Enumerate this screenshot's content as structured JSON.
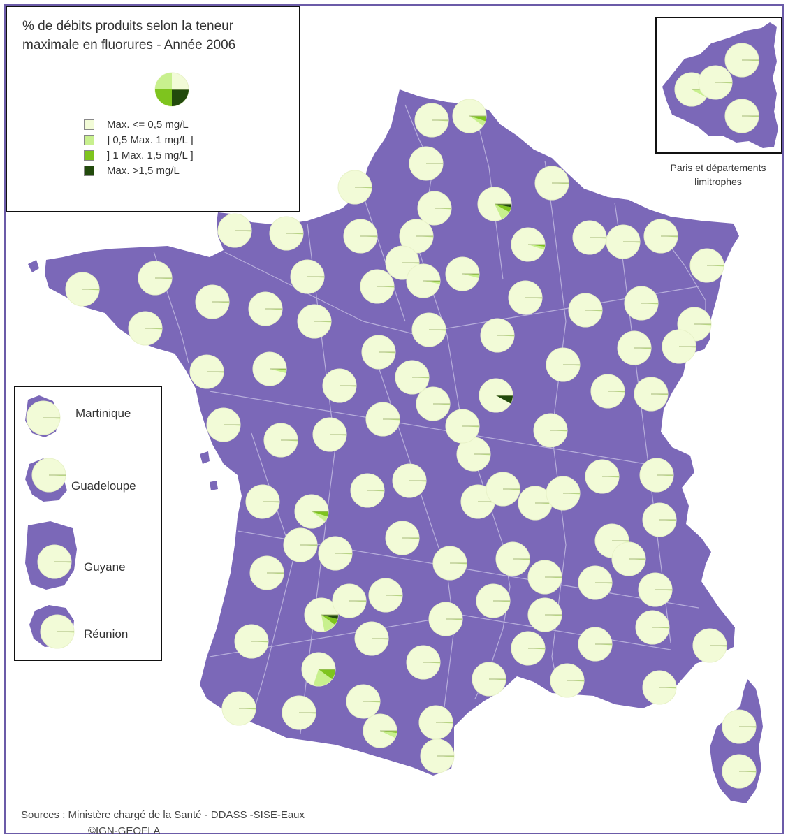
{
  "legend": {
    "title_line1": "% de débits produits selon la teneur",
    "title_line2": "maximale en fluorures - Année 2006",
    "items": [
      {
        "label": "Max. <= 0,5 mg/L",
        "color": "#f2fbd7"
      },
      {
        "label": "] 0,5  Max. 1 mg/L ]",
        "color": "#c8f08e"
      },
      {
        "label": "] 1  Max. 1,5 mg/L ]",
        "color": "#7ec41e"
      },
      {
        "label": "Max. >1,5 mg/L",
        "color": "#224a0c"
      }
    ]
  },
  "insets": {
    "paris_line1": "Paris et départements",
    "paris_line2": "limitrophes",
    "dom": [
      {
        "label": "Martinique"
      },
      {
        "label": "Guadeloupe"
      },
      {
        "label": "Guyane"
      },
      {
        "label": "Réunion"
      }
    ]
  },
  "colors": {
    "territory": "#7b68b8",
    "border": "#b7aedb",
    "pie_base": "#f2fbd7"
  },
  "departments": [
    {
      "shares": [
        0.99,
        0.01,
        0,
        0
      ]
    },
    {
      "shares": [
        0.9,
        0.05,
        0.05,
        0
      ]
    },
    {
      "shares": [
        1,
        0,
        0,
        0
      ]
    },
    {
      "shares": [
        0.99,
        0.01,
        0,
        0
      ]
    },
    {
      "shares": [
        0.82,
        0.1,
        0.05,
        0.03
      ]
    },
    {
      "shares": [
        0.99,
        0.01,
        0,
        0
      ]
    },
    {
      "shares": [
        0.99,
        0.01,
        0,
        0
      ]
    },
    {
      "shares": [
        0.99,
        0.01,
        0,
        0
      ]
    },
    {
      "shares": [
        0.99,
        0.01,
        0,
        0
      ]
    },
    {
      "shares": [
        0.99,
        0.01,
        0,
        0
      ]
    },
    {
      "shares": [
        0.99,
        0.01,
        0,
        0
      ]
    },
    {
      "shares": [
        0.95,
        0.03,
        0.02,
        0
      ]
    },
    {
      "shares": [
        0.99,
        0.01,
        0,
        0
      ]
    },
    {
      "shares": [
        0.99,
        0.01,
        0,
        0
      ]
    },
    {
      "shares": [
        0.99,
        0.01,
        0,
        0
      ]
    },
    {
      "shares": [
        0.99,
        0.01,
        0,
        0
      ]
    },
    {
      "shares": [
        0.99,
        0.01,
        0,
        0
      ]
    },
    {
      "shares": [
        0.97,
        0.02,
        0.01,
        0
      ]
    },
    {
      "shares": [
        0.96,
        0.03,
        0.01,
        0
      ]
    },
    {
      "shares": [
        0.99,
        0.01,
        0,
        0
      ]
    },
    {
      "shares": [
        0.99,
        0.01,
        0,
        0
      ]
    },
    {
      "shares": [
        0.99,
        0.01,
        0,
        0
      ]
    },
    {
      "shares": [
        0.99,
        0.01,
        0,
        0
      ]
    },
    {
      "shares": [
        0.99,
        0.01,
        0,
        0
      ]
    },
    {
      "shares": [
        0.99,
        0.01,
        0,
        0
      ]
    },
    {
      "shares": [
        0.99,
        0.01,
        0,
        0
      ]
    },
    {
      "shares": [
        0.99,
        0.01,
        0,
        0
      ]
    },
    {
      "shares": [
        0.99,
        0.01,
        0,
        0
      ]
    },
    {
      "shares": [
        0.99,
        0.01,
        0,
        0
      ]
    },
    {
      "shares": [
        0.99,
        0.01,
        0,
        0
      ]
    },
    {
      "shares": [
        0.99,
        0.01,
        0,
        0
      ]
    },
    {
      "shares": [
        0.99,
        0.01,
        0,
        0
      ]
    },
    {
      "shares": [
        0.99,
        0.01,
        0,
        0
      ]
    },
    {
      "shares": [
        0.99,
        0.01,
        0,
        0
      ]
    },
    {
      "shares": [
        0.99,
        0.01,
        0,
        0
      ]
    },
    {
      "shares": [
        0.99,
        0.01,
        0,
        0
      ]
    },
    {
      "shares": [
        0.99,
        0.01,
        0,
        0
      ]
    },
    {
      "shares": [
        0.96,
        0.03,
        0.01,
        0
      ]
    },
    {
      "shares": [
        0.99,
        0.01,
        0,
        0
      ]
    },
    {
      "shares": [
        0.99,
        0.01,
        0,
        0
      ]
    },
    {
      "shares": [
        0.99,
        0.01,
        0,
        0
      ]
    },
    {
      "shares": [
        0.99,
        0.01,
        0,
        0
      ]
    },
    {
      "shares": [
        0.99,
        0.01,
        0,
        0
      ]
    },
    {
      "shares": [
        0.99,
        0.01,
        0,
        0
      ]
    },
    {
      "shares": [
        0.99,
        0.01,
        0,
        0
      ]
    },
    {
      "shares": [
        0.99,
        0.01,
        0,
        0
      ]
    },
    {
      "shares": [
        0.92,
        0,
        0,
        0.08
      ]
    },
    {
      "shares": [
        0.99,
        0.01,
        0,
        0
      ]
    },
    {
      "shares": [
        0.99,
        0.01,
        0,
        0
      ]
    },
    {
      "shares": [
        0.99,
        0.01,
        0,
        0
      ]
    },
    {
      "shares": [
        0.99,
        0.01,
        0,
        0
      ]
    },
    {
      "shares": [
        0.99,
        0.01,
        0,
        0
      ]
    },
    {
      "shares": [
        0.9,
        0.05,
        0.05,
        0
      ]
    },
    {
      "shares": [
        0.99,
        0.01,
        0,
        0
      ]
    },
    {
      "shares": [
        0.99,
        0.01,
        0,
        0
      ]
    },
    {
      "shares": [
        0.99,
        0.01,
        0,
        0
      ]
    },
    {
      "shares": [
        0.99,
        0.01,
        0,
        0
      ]
    },
    {
      "shares": [
        0.99,
        0.01,
        0,
        0
      ]
    },
    {
      "shares": [
        0.99,
        0.01,
        0,
        0
      ]
    },
    {
      "shares": [
        0.99,
        0.01,
        0,
        0
      ]
    },
    {
      "shares": [
        0.99,
        0.01,
        0,
        0
      ]
    },
    {
      "shares": [
        0.99,
        0.01,
        0,
        0
      ]
    },
    {
      "shares": [
        0.99,
        0.01,
        0,
        0
      ]
    },
    {
      "shares": [
        0.99,
        0.01,
        0,
        0
      ]
    },
    {
      "shares": [
        0.99,
        0.01,
        0,
        0
      ]
    },
    {
      "shares": [
        0.99,
        0.01,
        0,
        0
      ]
    },
    {
      "shares": [
        0.99,
        0.01,
        0,
        0
      ]
    },
    {
      "shares": [
        0.99,
        0.01,
        0,
        0
      ]
    },
    {
      "shares": [
        0.99,
        0.01,
        0,
        0
      ]
    },
    {
      "shares": [
        0.99,
        0.01,
        0,
        0
      ]
    },
    {
      "shares": [
        0.78,
        0.12,
        0.06,
        0.04
      ]
    },
    {
      "shares": [
        0.99,
        0.01,
        0,
        0
      ]
    },
    {
      "shares": [
        0.99,
        0.01,
        0,
        0
      ]
    },
    {
      "shares": [
        0.99,
        0.01,
        0,
        0
      ]
    },
    {
      "shares": [
        0.99,
        0.01,
        0,
        0
      ]
    },
    {
      "shares": [
        0.99,
        0.01,
        0,
        0
      ]
    },
    {
      "shares": [
        0.99,
        0.01,
        0,
        0
      ]
    },
    {
      "shares": [
        0.99,
        0.01,
        0,
        0
      ]
    },
    {
      "shares": [
        0.7,
        0.2,
        0.1,
        0
      ]
    },
    {
      "shares": [
        0.99,
        0.01,
        0,
        0
      ]
    },
    {
      "shares": [
        0.99,
        0.01,
        0,
        0
      ]
    },
    {
      "shares": [
        0.99,
        0.01,
        0,
        0
      ]
    },
    {
      "shares": [
        0.99,
        0.01,
        0,
        0
      ]
    },
    {
      "shares": [
        0.99,
        0.01,
        0,
        0
      ]
    },
    {
      "shares": [
        0.99,
        0.01,
        0,
        0
      ]
    },
    {
      "shares": [
        0.99,
        0.01,
        0,
        0
      ]
    },
    {
      "shares": [
        0.93,
        0.05,
        0.02,
        0
      ]
    },
    {
      "shares": [
        0.99,
        0.01,
        0,
        0
      ]
    },
    {
      "shares": [
        0.99,
        0.01,
        0,
        0
      ]
    },
    {
      "shares": [
        0.99,
        0.01,
        0,
        0
      ]
    },
    {
      "shares": [
        0.99,
        0.01,
        0,
        0
      ]
    },
    {
      "shares": [
        0.99,
        0.01,
        0,
        0
      ]
    },
    {
      "shares": [
        0.99,
        0.01,
        0,
        0
      ]
    },
    {
      "shares": [
        0.99,
        0.01,
        0,
        0
      ]
    },
    {
      "shares": [
        0.99,
        0.01,
        0,
        0
      ]
    },
    {
      "shares": [
        0.99,
        0.01,
        0,
        0
      ]
    },
    {
      "shares": [
        0.99,
        0.01,
        0,
        0
      ]
    },
    {
      "shares": [
        0.99,
        0.01,
        0,
        0
      ]
    },
    {
      "shares": [
        0.99,
        0.01,
        0,
        0
      ]
    }
  ],
  "paris_departments": [
    {
      "shares": [
        0.99,
        0.01,
        0,
        0
      ]
    },
    {
      "shares": [
        0.92,
        0.08,
        0,
        0
      ]
    },
    {
      "shares": [
        0.99,
        0.01,
        0,
        0
      ]
    },
    {
      "shares": [
        0.99,
        0.01,
        0,
        0
      ]
    }
  ],
  "dom_pies": [
    {
      "shares": [
        0.99,
        0.01,
        0,
        0
      ]
    },
    {
      "shares": [
        0.99,
        0.01,
        0,
        0
      ]
    },
    {
      "shares": [
        0.99,
        0.01,
        0,
        0
      ]
    },
    {
      "shares": [
        0.99,
        0.01,
        0,
        0
      ]
    }
  ],
  "footer": {
    "sources": "Sources : Ministère chargé de la Santé - DDASS -SISE-Eaux",
    "copyright": "©IGN-GEOFLA"
  }
}
